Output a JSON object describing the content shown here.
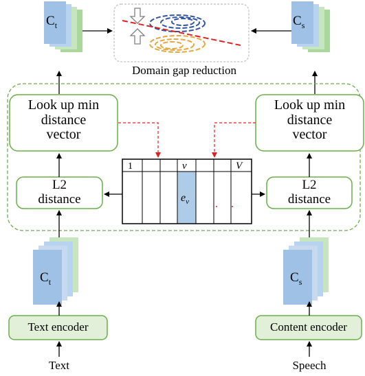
{
  "top": {
    "caption": "Domain gap reduction"
  },
  "text_branch": {
    "input_label": "Text",
    "encoder_label": "Text encoder",
    "stack_letter": "C",
    "stack_sub": "t"
  },
  "speech_branch": {
    "input_label": "Speech",
    "encoder_label": "Content encoder",
    "stack_letter": "C",
    "stack_sub": "s"
  },
  "lookup": {
    "label": "Look up min\ndistance\nvector"
  },
  "l2": {
    "label": "L2\ndistance"
  },
  "codebook": {
    "header": [
      "1",
      "",
      "",
      "v",
      "",
      "V"
    ],
    "highlight_cell": "e_v"
  },
  "colors": {
    "stack_front": "#9fc1e6",
    "stack_back1": "#b8d3ef",
    "stack_back2": "#c7e6c0",
    "stack_back3": "#a9d79c",
    "box_border": "#6aae4a",
    "encoder_fill": "#e2f0d9",
    "highlight": "#aecbe8",
    "red_arrow": "#e02020",
    "dashed_region": "#6aae4a",
    "blue_ellipse": "#2f55a4",
    "yellow_ellipse": "#e3a83a"
  }
}
